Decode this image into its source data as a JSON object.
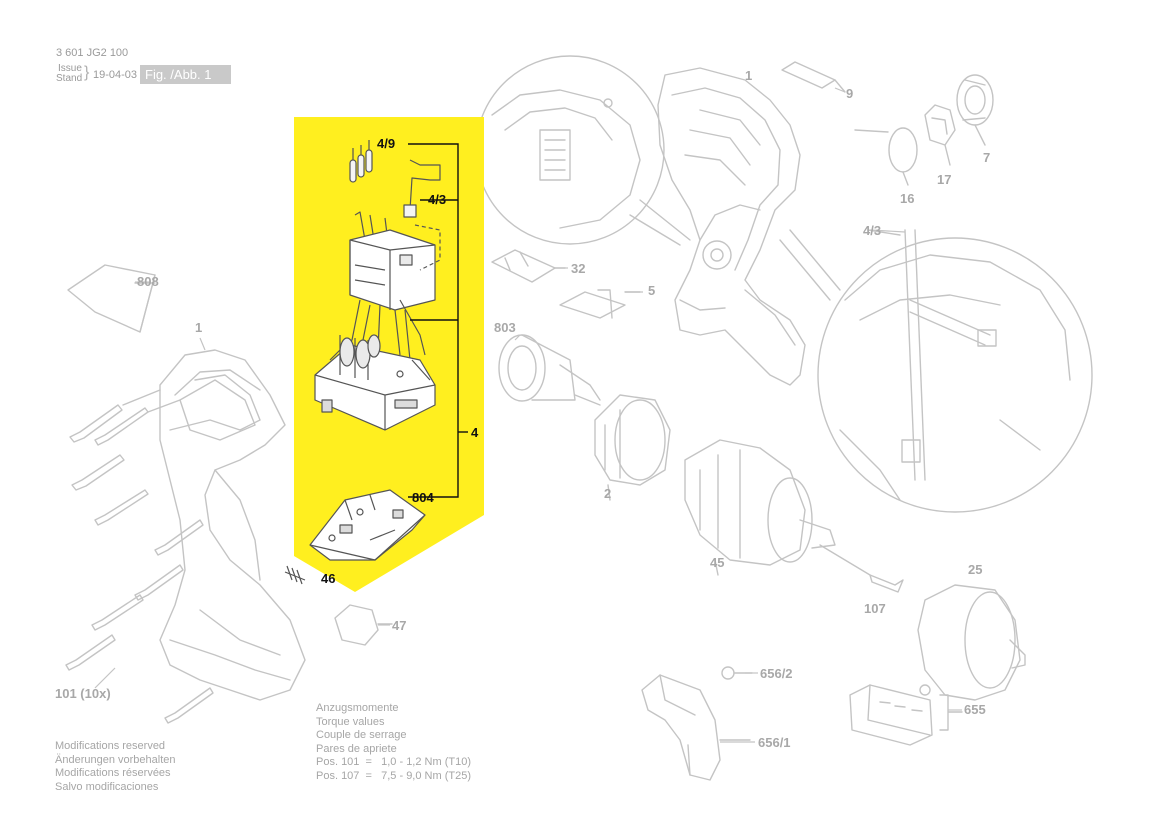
{
  "header": {
    "doc_number": "3 601 JG2 100",
    "issue_label_en": "Issue",
    "issue_label_de": "Stand",
    "issue_date": "19-04-03",
    "figure_label": "Fig. /Abb. 1"
  },
  "part_labels": {
    "p1_top": "1",
    "p9": "9",
    "p7": "7",
    "p17": "17",
    "p16": "16",
    "p4_3_right": "4/3",
    "p808": "808",
    "p1_left": "1",
    "p4_9": "4/9",
    "p4_3": "4/3",
    "p32": "32",
    "p5": "5",
    "p803": "803",
    "p4": "4",
    "p804": "804",
    "p2": "2",
    "p45": "45",
    "p46": "46",
    "p47": "47",
    "p107": "107",
    "p25": "25",
    "p101": "101 (10x)",
    "p656_2": "656/2",
    "p656_1": "656/1",
    "p655": "655"
  },
  "torque": {
    "lines": [
      "Anzugsmomente",
      "Torque values",
      "Couple de serrage",
      "Pares de apriete"
    ],
    "pos101": "Pos. 101  =   1,0 - 1,2 Nm (T10)",
    "pos107": "Pos. 107  =   7,5 - 9,0 Nm (T25)"
  },
  "modifications": [
    "Modifications reserved",
    "Änderungen vorbehalten",
    "Modifications réservées",
    "Salvo modificaciones"
  ],
  "colors": {
    "highlight": "#ffef1f",
    "line_gray": "#c4c4c4",
    "label_gray": "#a8a8a8",
    "label_dark": "#111111"
  }
}
